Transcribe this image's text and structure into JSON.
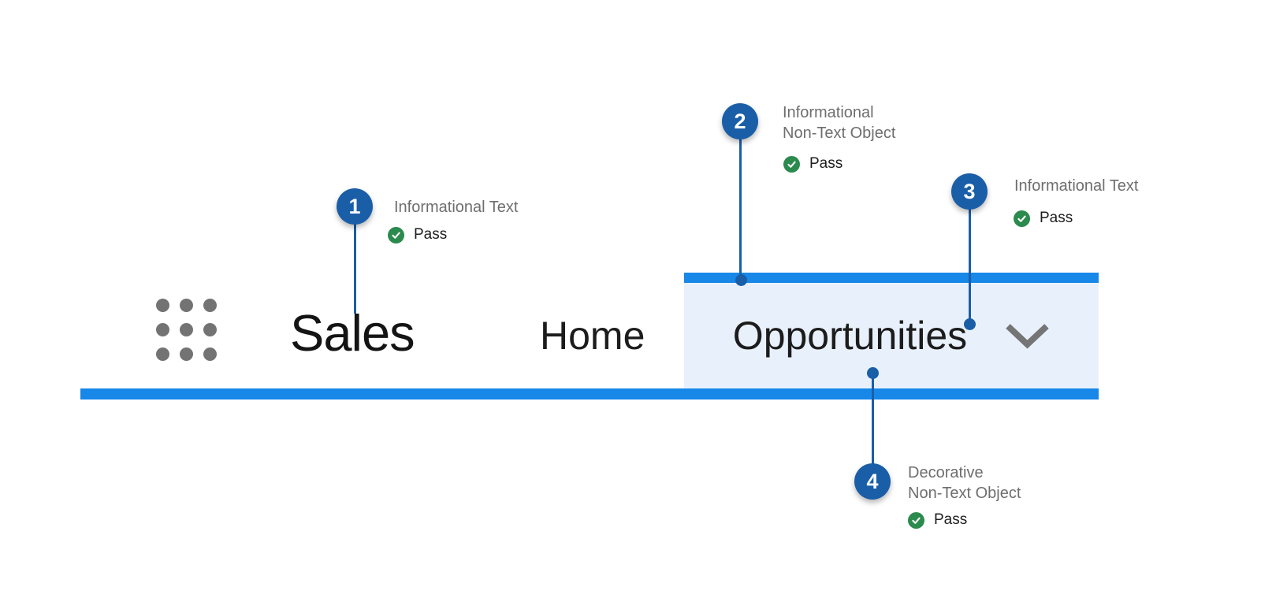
{
  "app": {
    "title": "Sales",
    "nav": {
      "items": [
        {
          "label": "Home"
        },
        {
          "label": "Opportunities"
        }
      ],
      "selected_item": "Opportunities"
    },
    "icons": {
      "app_launcher": "waffle-grid-3x3",
      "dropdown": "chevron-down"
    }
  },
  "colors": {
    "nav_accent_blue": "#1787E8",
    "selected_tab_background": "#E8F1FB",
    "callout_blue": "#1A5EA8",
    "pass_green": "#2B8A4D",
    "label_gray": "#6E6E6E"
  },
  "callouts": [
    {
      "number": "1",
      "label_line1": "Informational Text",
      "label_line2": "",
      "status": "Pass",
      "status_icon": "check-circle"
    },
    {
      "number": "2",
      "label_line1": "Informational",
      "label_line2": "Non-Text Object",
      "status": "Pass",
      "status_icon": "check-circle"
    },
    {
      "number": "3",
      "label_line1": "Informational Text",
      "label_line2": "",
      "status": "Pass",
      "status_icon": "check-circle"
    },
    {
      "number": "4",
      "label_line1": "Decorative",
      "label_line2": "Non-Text Object",
      "status": "Pass",
      "status_icon": "check-circle"
    }
  ]
}
